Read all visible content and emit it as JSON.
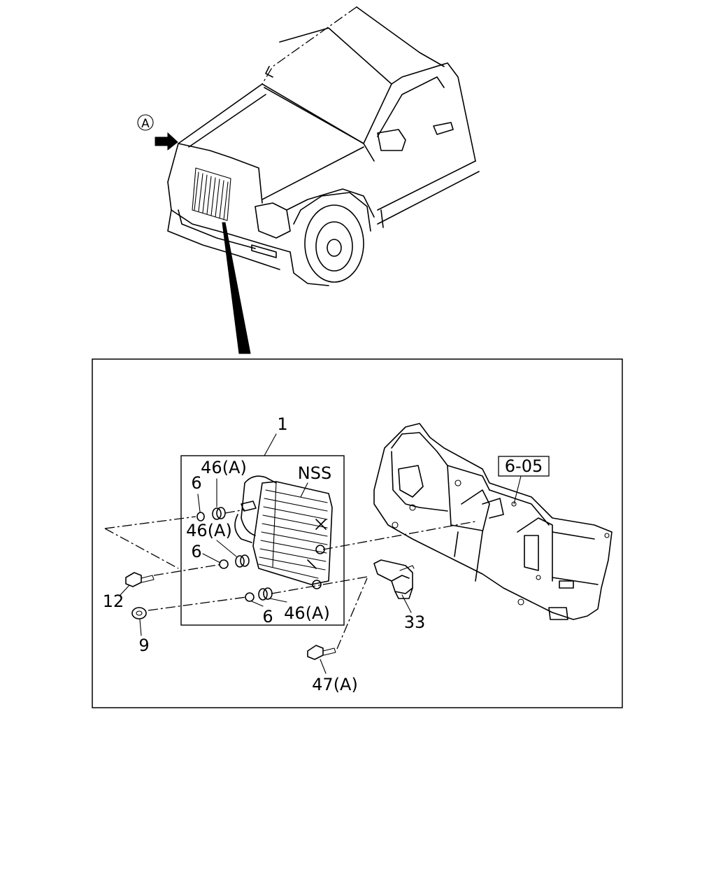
{
  "callouts": {
    "view_marker": "A",
    "part_1": "1",
    "part_46a_top": "46(A)",
    "part_nss": "NSS",
    "part_6_top": "6",
    "part_46a_mid": "46(A)",
    "part_6_mid": "6",
    "part_12": "12",
    "part_9": "9",
    "part_6_bottom": "6",
    "part_46a_bottom": "46(A)",
    "part_33": "33",
    "part_47a": "47(A)",
    "ref_6_05": "6-05"
  }
}
